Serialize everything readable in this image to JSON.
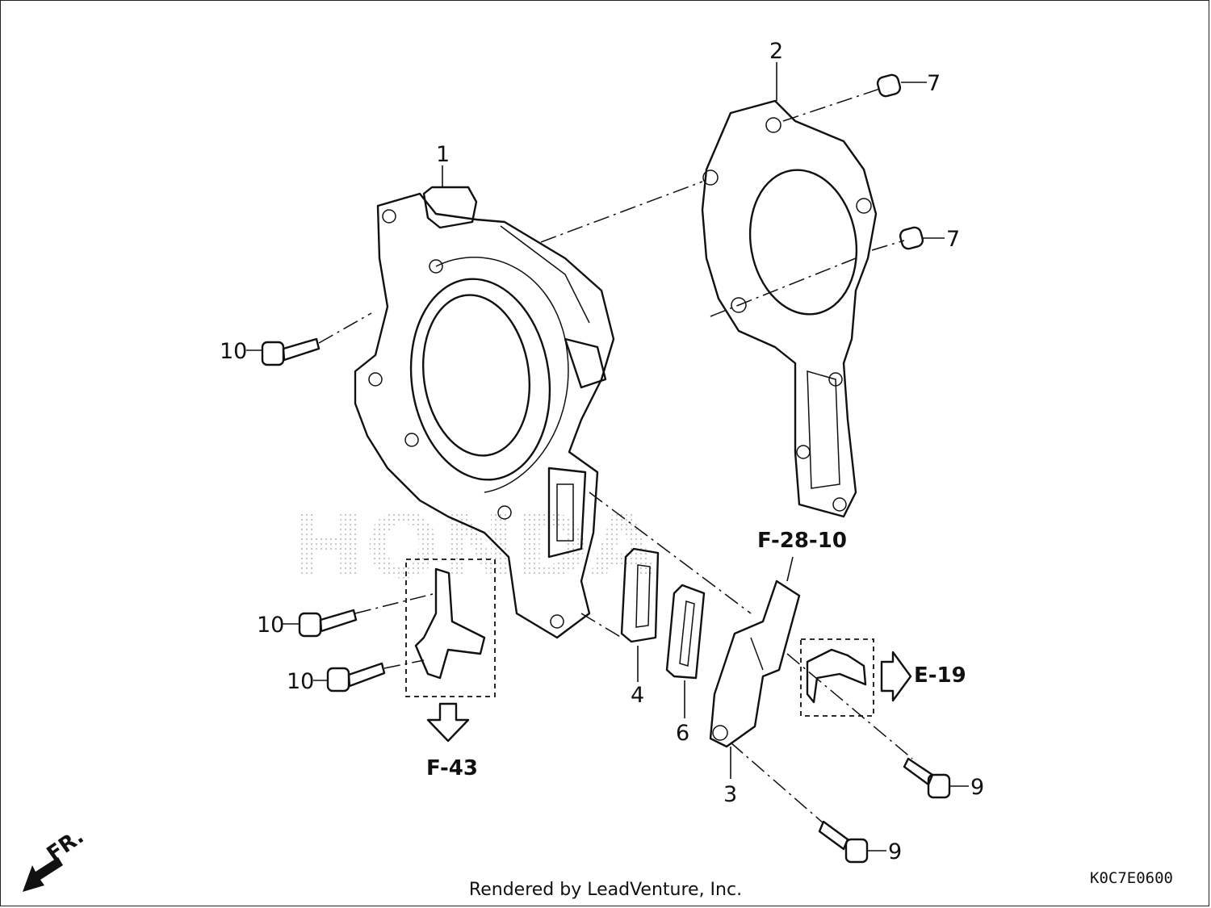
{
  "diagram": {
    "callouts": {
      "cylinder": "1",
      "gasket": "2",
      "plate": "3",
      "reed_valve": "4",
      "reed_gasket": "6",
      "dowel_pin_upper": "7",
      "dowel_pin_lower": "7",
      "bolt_upper_left": "10",
      "bolt_mid_left": "10",
      "bolt_lower_left": "10",
      "bolt_right_upper": "9",
      "bolt_right_lower": "9"
    },
    "references": {
      "f28": "F-28-10",
      "e19": "E-19",
      "f43": "F-43"
    },
    "front_marker": "FR.",
    "code": "K0C7E0600",
    "watermark": "HONDA"
  },
  "footer": {
    "credit": "Rendered by LeadVenture, Inc."
  }
}
